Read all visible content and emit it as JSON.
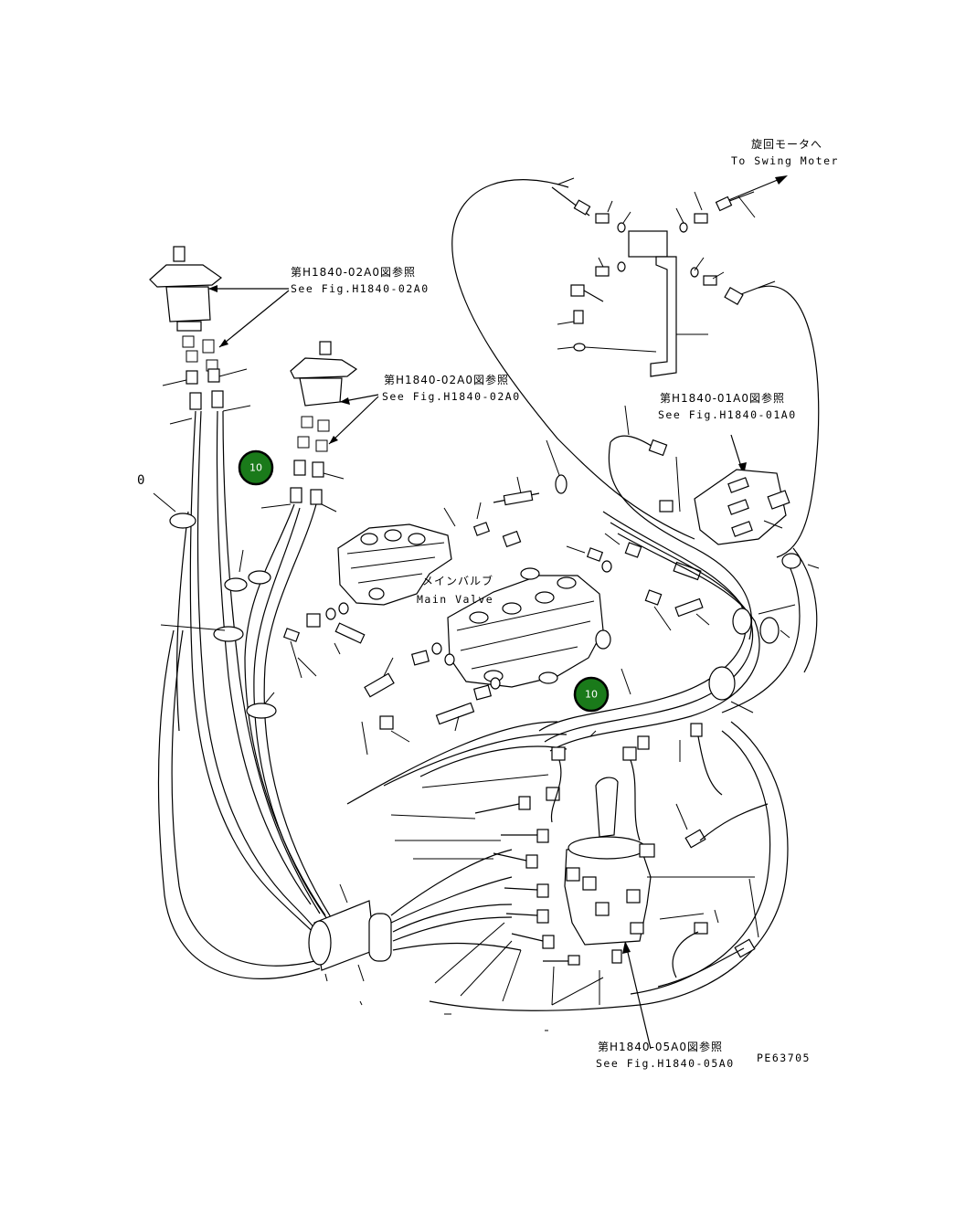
{
  "refs": {
    "top_left_jp": "第H1840-02A0図参照",
    "top_left_en": "See Fig.H1840-02A0",
    "mid_left_jp": "第H1840-02A0図参照",
    "mid_left_en": "See Fig.H1840-02A0",
    "right_jp": "第H1840-01A0図参照",
    "right_en": "See Fig.H1840-01A0",
    "bottom_jp": "第H1840-05A0図参照",
    "bottom_en": "See Fig.H1840-05A0"
  },
  "swing": {
    "jp": "旋回モータへ",
    "en": "To Swing Moter"
  },
  "main_valve": {
    "jp": "メインバルブ",
    "en": "Main Valve"
  },
  "loose_mark": "0",
  "part_number": "PE63705",
  "badges": [
    {
      "id": "badge-1",
      "label": "10",
      "color": "#1a7a1a"
    },
    {
      "id": "badge-2",
      "label": "10",
      "color": "#1a7a1a"
    }
  ]
}
